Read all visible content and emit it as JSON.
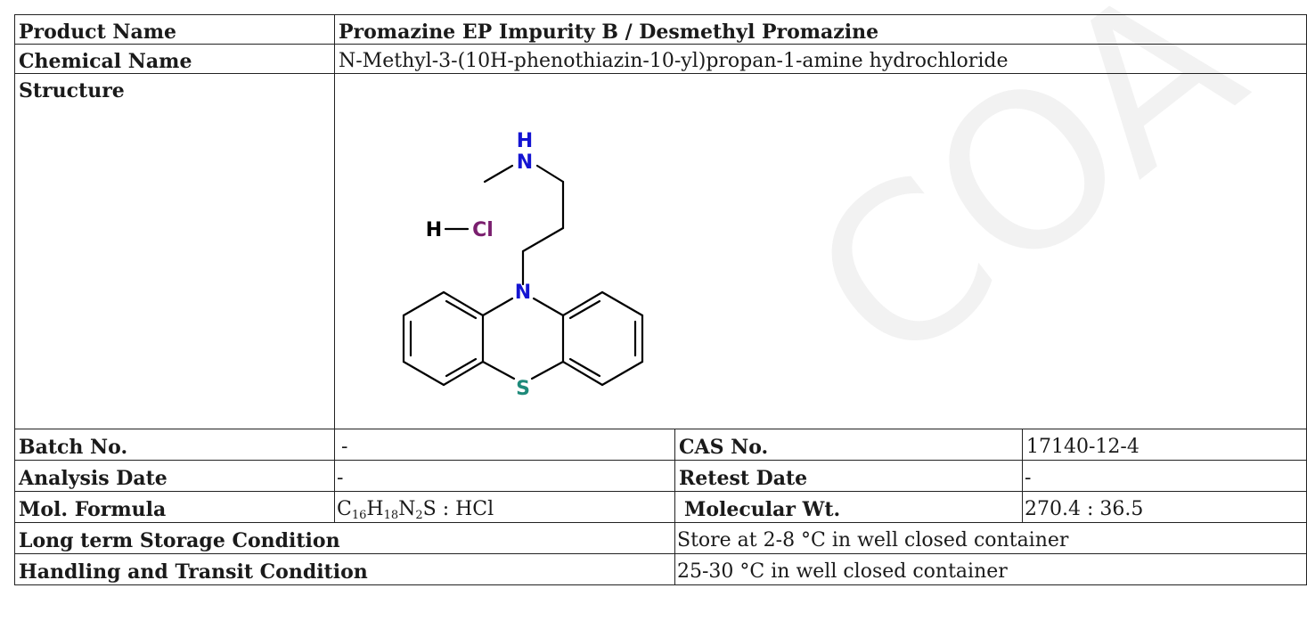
{
  "rows": {
    "product_name": {
      "label": "Product Name",
      "value": "Promazine EP Impurity B / Desmethyl Promazine"
    },
    "chemical_name": {
      "label": "Chemical Name",
      "value": "N-Methyl-3-(10H-phenothiazin-10-yl)propan-1-amine hydrochloride"
    },
    "structure": {
      "label": "Structure",
      "atoms": {
        "nh_h": "H",
        "nh_n": "N",
        "hcl_h": "H",
        "hcl_cl": "Cl",
        "ring_n": "N",
        "ring_s": "S"
      },
      "colors": {
        "nitrogen": "#1414d2",
        "chlorine": "#7a1f6e",
        "sulfur": "#1e8a7a",
        "bond": "#000000"
      }
    },
    "batch_no": {
      "label": "Batch No.",
      "value": "-"
    },
    "cas_no": {
      "label": "CAS No.",
      "value": "17140-12-4"
    },
    "analysis_date": {
      "label": "Analysis Date",
      "value": "-"
    },
    "retest_date": {
      "label": "Retest Date",
      "value": "-"
    },
    "mol_formula": {
      "label": "Mol. Formula",
      "c": "C",
      "c_n": "16",
      "h": "H",
      "h_n": "18",
      "n": "N",
      "n_n": "2",
      "rest": "S : HCl"
    },
    "molecular_wt": {
      "label": "Molecular Wt.",
      "value": "270.4 : 36.5"
    },
    "long_term_storage": {
      "label": "Long term Storage Condition",
      "value": "Store at 2-8 °C in well closed container"
    },
    "handling_transit": {
      "label": "Handling and Transit Condition",
      "value": "25-30 °C in well closed container"
    }
  },
  "watermark": {
    "text": "COA",
    "color": "#f1f1f1"
  }
}
